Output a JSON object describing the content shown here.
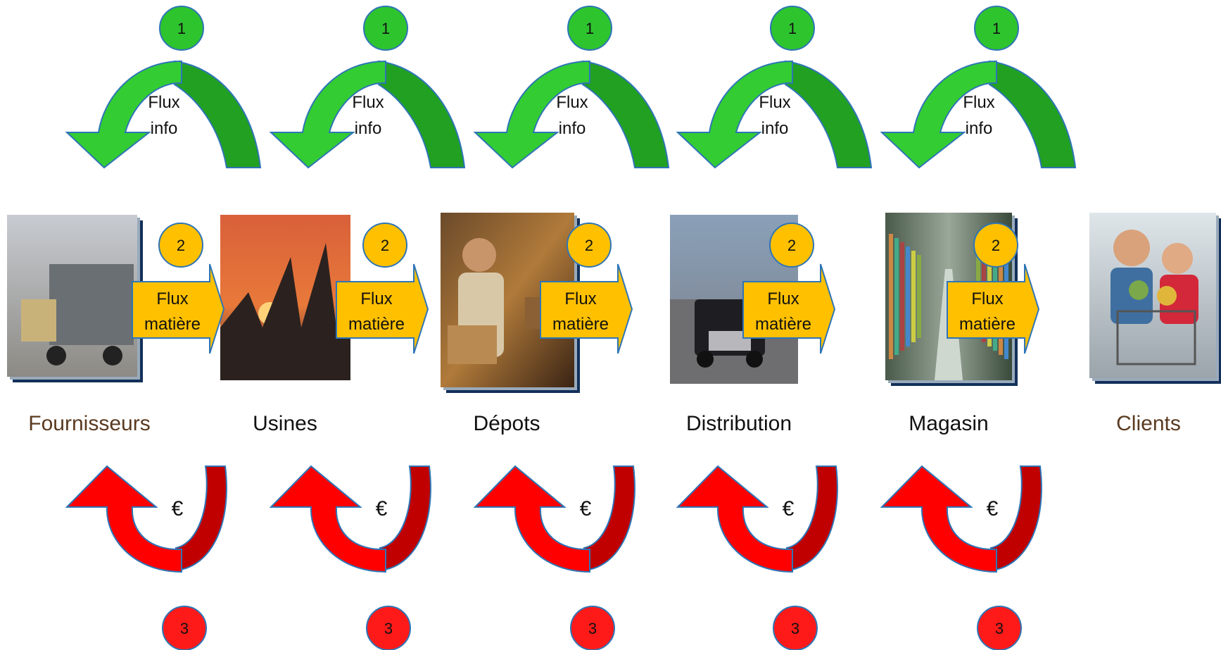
{
  "badges": {
    "info": "1",
    "matter": "2",
    "money": "3"
  },
  "info_flow": {
    "line1": "Flux",
    "line2": "info"
  },
  "matter_flow": {
    "line1": "Flux",
    "line2": "matière"
  },
  "money_symbol": "€",
  "stages": [
    {
      "label": "Fournisseurs",
      "image": "forklift-loading-container-photo",
      "label_color": "#5a3a20"
    },
    {
      "label": "Usines",
      "image": "factory-sunset-silhouette-photo",
      "label_color": "#111111"
    },
    {
      "label": "Dépots",
      "image": "warehouse-worker-boxes-photo",
      "label_color": "#111111"
    },
    {
      "label": "Distribution",
      "image": "semi-truck-highway-photo",
      "label_color": "#111111"
    },
    {
      "label": "Magasin",
      "image": "supermarket-aisle-photo",
      "label_color": "#111111"
    },
    {
      "label": "Clients",
      "image": "couple-shopping-cart-photo",
      "label_color": "#5a3a20"
    }
  ],
  "colors": {
    "info_badge": "#2ec42e",
    "info_arrow_light": "#33cc33",
    "info_arrow_dark": "#22a022",
    "matter_badge": "#ffc000",
    "matter_arrow": "#ffc000",
    "money_badge": "#ff1a1a",
    "money_arrow_light": "#ff0000",
    "money_arrow_dark": "#c00000",
    "outline": "#2e75b6"
  }
}
